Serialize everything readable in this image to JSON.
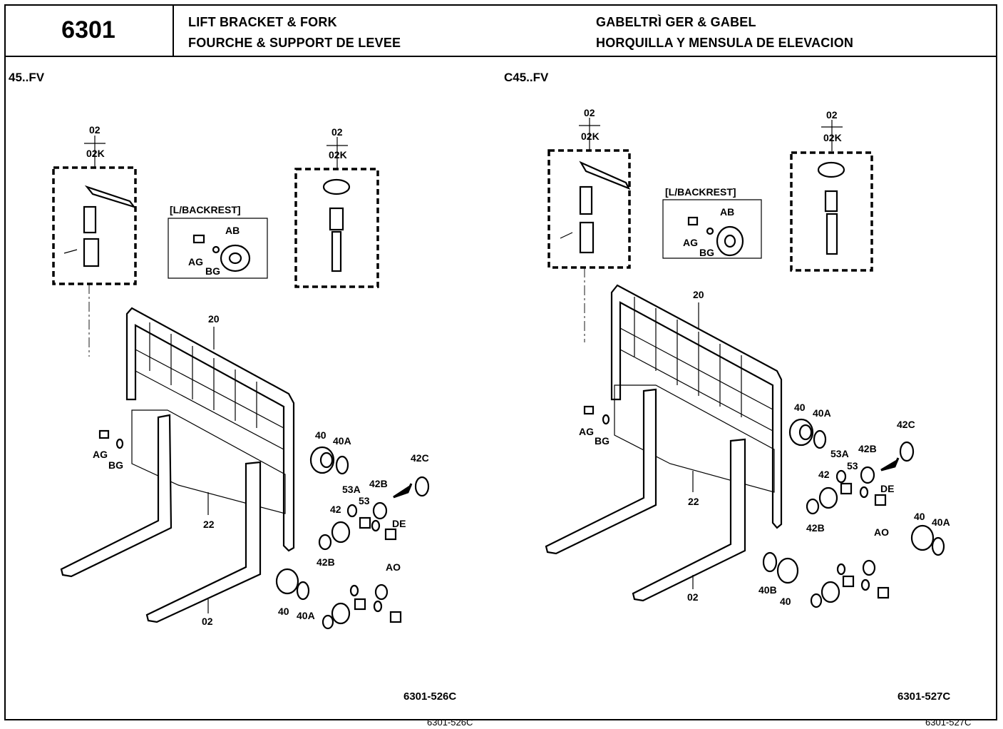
{
  "header": {
    "code": "6301",
    "title_en": "LIFT BRACKET & FORK",
    "title_fr": "FOURCHE & SUPPORT DE LEVEE",
    "title_de": "GABELTRÌ GER & GABEL",
    "title_es": "HORQUILLA Y MENSULA DE ELEVACION"
  },
  "left_panel": {
    "model": "45..FV",
    "figure_ref": "6301-526C",
    "footer_ref": "6301-526C",
    "backrest_label": "[L/BACKREST]",
    "callouts": {
      "k1_top": "02",
      "k1_bottom": "02K",
      "k2_top": "02",
      "k2_bottom": "02K",
      "ab": "AB",
      "ag_box": "AG",
      "bg_box": "BG",
      "frame": "20",
      "carriage": "22",
      "ag": "AG",
      "bg": "BG",
      "roller": "40",
      "roller_clip": "40A",
      "ring_c": "42C",
      "r53a": "53A",
      "r42b_a": "42B",
      "r53": "53",
      "r42": "42",
      "de": "DE",
      "r42b_b": "42B",
      "ao": "AO",
      "roller2": "40",
      "roller2_clip": "40A",
      "fork": "02"
    }
  },
  "right_panel": {
    "model": "C45..FV",
    "figure_ref": "6301-527C",
    "footer_ref": "6301-527C",
    "backrest_label": "[L/BACKREST]",
    "callouts": {
      "k1_top": "02",
      "k1_bottom": "02K",
      "k2_top": "02",
      "k2_bottom": "02K",
      "ab": "AB",
      "ag_box": "AG",
      "bg_box": "BG",
      "frame": "20",
      "carriage": "22",
      "ag": "AG",
      "bg": "BG",
      "roller": "40",
      "roller_clip": "40A",
      "ring_c": "42C",
      "r53a": "53A",
      "r42b_a": "42B",
      "r53": "53",
      "r42": "42",
      "de": "DE",
      "r42b_b": "42B",
      "ao": "AO",
      "roller2": "40",
      "roller2_clip": "40A",
      "roller3_label": "40B",
      "roller3": "40",
      "fork": "02"
    }
  }
}
